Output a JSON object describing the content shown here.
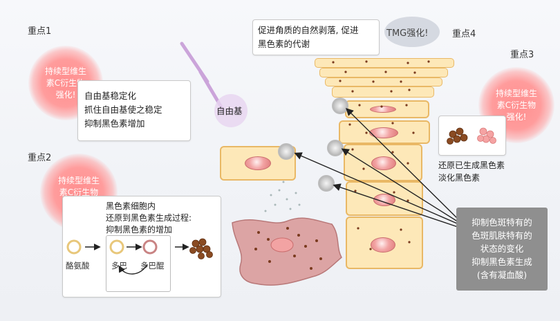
{
  "points": {
    "p1": "重点1",
    "p2": "重点2",
    "p3": "重点3",
    "p4": "重点4"
  },
  "bursts": {
    "b1": "持续型维生素C衍生物强化!",
    "b2": "持续型维生素C衍生物强化!",
    "b3": "持续型维生素C衍生物强化!"
  },
  "free_radical_box": {
    "lines": [
      "自由基稳定化",
      "抓住自由基使之稳定",
      "抑制黑色素增加"
    ]
  },
  "free_radical_label": "自由基",
  "top_box": {
    "lines": [
      "促进角质的自然剥落, 促进",
      "黑色素的代谢"
    ]
  },
  "tmg_label": "TMG强化!",
  "reduce_label": {
    "lines": [
      "还原已生成黑色素",
      "淡化黑色素"
    ]
  },
  "melanocyte_box": {
    "lines": [
      "黑色素细胞内",
      "还原到黑色素生成过程:",
      "抑制黑色素的增加"
    ],
    "tyrosine": "酪氨酸",
    "dopa": "多巴",
    "dopaquinone": "多巴醌"
  },
  "gray_box": {
    "lines": [
      "抑制色斑特有的",
      "色斑肌肤特有的",
      "状态的变化",
      "抑制黑色素生成",
      "(含有凝血酸)"
    ]
  },
  "colors": {
    "burst": "#ff9c9c",
    "cell_fill": "#fde8b8",
    "cell_border": "#e9b865",
    "lightning": "#c79bd6",
    "melanin": "#7a3a1e",
    "gray_box": "#8f8f8f"
  }
}
